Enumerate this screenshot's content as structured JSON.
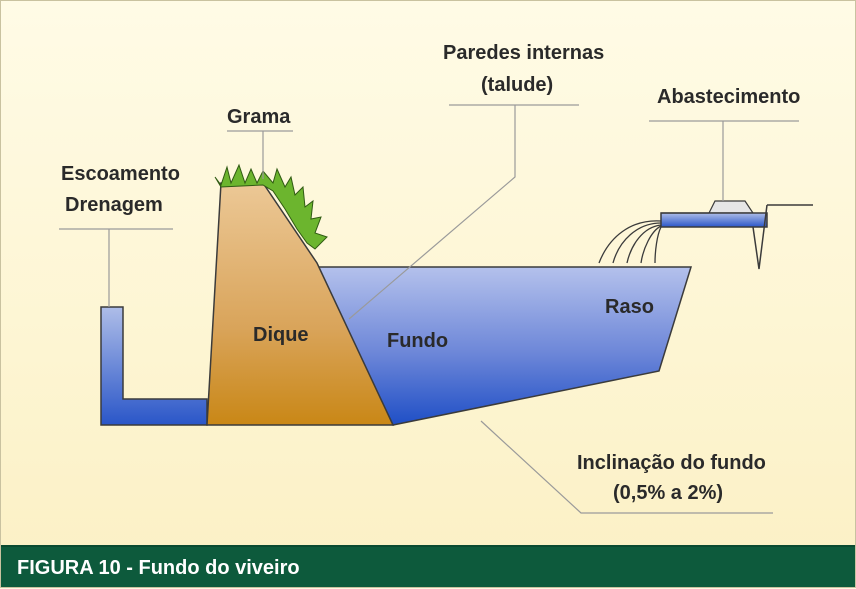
{
  "labels": {
    "escoamento": "Escoamento",
    "drenagem": "Drenagem",
    "grama": "Grama",
    "paredes_internas": "Paredes internas",
    "talude": "(talude)",
    "abastecimento": "Abastecimento",
    "dique": "Dique",
    "fundo": "Fundo",
    "raso": "Raso",
    "inclinacao": "Inclinação do fundo",
    "inclinacao_range": "(0,5% a 2%)"
  },
  "caption": "FIGURA 10 - Fundo do viveiro",
  "colors": {
    "water_top": "#a9b8e6",
    "water_bottom": "#1e4fc4",
    "dike_top": "#e8c08c",
    "dike_bottom": "#c78a2a",
    "grass": "#5fa82a",
    "caption_bg": "#0d5a3c",
    "leader_line": "#9a9a9a"
  }
}
